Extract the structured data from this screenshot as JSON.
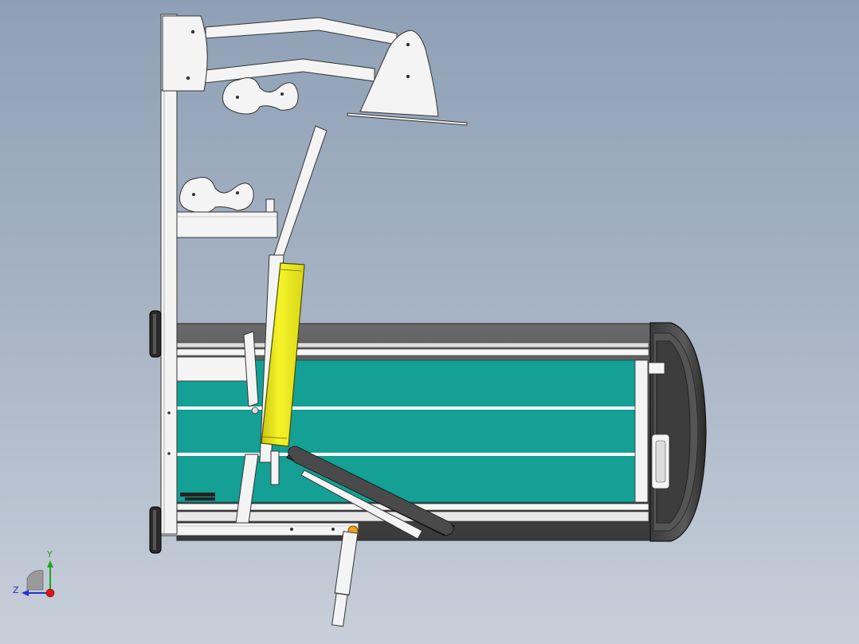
{
  "viewport": {
    "background_top": "#8fa0b6",
    "background_bottom": "#c7cfda"
  },
  "model": {
    "frame_color": "#f4f4f4",
    "frame_outline": "#333333",
    "belt_color": "#14a094",
    "belt_stripe_color": "#ffffff",
    "housing_color": "#4e4e4e",
    "pad_color": "#f0ee1e",
    "seat_color": "#3c3c3c",
    "pin_color": "#f0a020",
    "components": [
      "frame-column",
      "upper-arm-assembly",
      "pulley-plate-upper",
      "pulley-plate-lower",
      "shelf-bracket",
      "inclined-post",
      "back-pad",
      "treadmill-housing",
      "belt-deck",
      "end-cap",
      "seat-pad",
      "adjustment-leg",
      "wheel-upper",
      "wheel-lower"
    ]
  },
  "triad": {
    "y_label": "Y",
    "z_label": "Z",
    "y_color": "#1fa51f",
    "z_color": "#2233cc",
    "x_color": "#e01414"
  }
}
